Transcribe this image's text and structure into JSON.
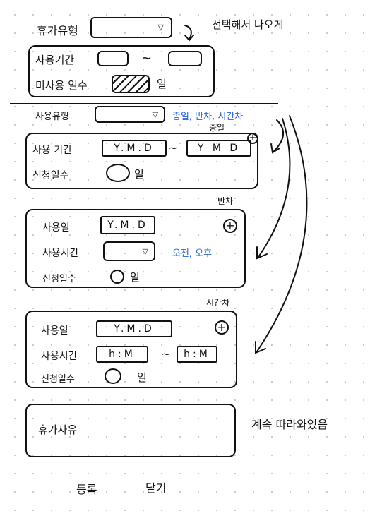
{
  "top": {
    "leave_type_label": "휴가유형",
    "select_note": "선택해서 나오게",
    "period_label": "사용기간",
    "tilde": "~",
    "days_label": "미사용 일수",
    "day_unit": "일"
  },
  "section": {
    "usage_type_label": "사용유형",
    "usage_type_note": "종일, 반차, 시간차",
    "fullday": {
      "heading": "종일",
      "period_label": "사용 기간",
      "date_start": "Y.M.D",
      "tilde": "~",
      "date_end": "Y M D",
      "plus": "+",
      "days_label": "신청일수",
      "day_unit": "일"
    },
    "halfday": {
      "heading": "반차",
      "date_label": "사용일",
      "date_value": "Y.M.D",
      "plus": "+",
      "time_label": "사용시간",
      "time_note": "오전, 오후",
      "days_label": "신청일수",
      "day_unit": "일"
    },
    "hourly": {
      "heading": "시간차",
      "date_label": "사용일",
      "date_value": "Y.M.D",
      "plus": "+",
      "time_label": "사용시간",
      "time_start": "h:M",
      "tilde": "~",
      "time_end": "h:M",
      "days_label": "신청일수",
      "day_unit": "일"
    }
  },
  "reason": {
    "label": "휴가사유",
    "note": "계속 따라와있음"
  },
  "actions": {
    "register": "등록",
    "close": "닫기"
  },
  "colors": {
    "ink": "#111111",
    "note_blue": "#2563d9"
  }
}
